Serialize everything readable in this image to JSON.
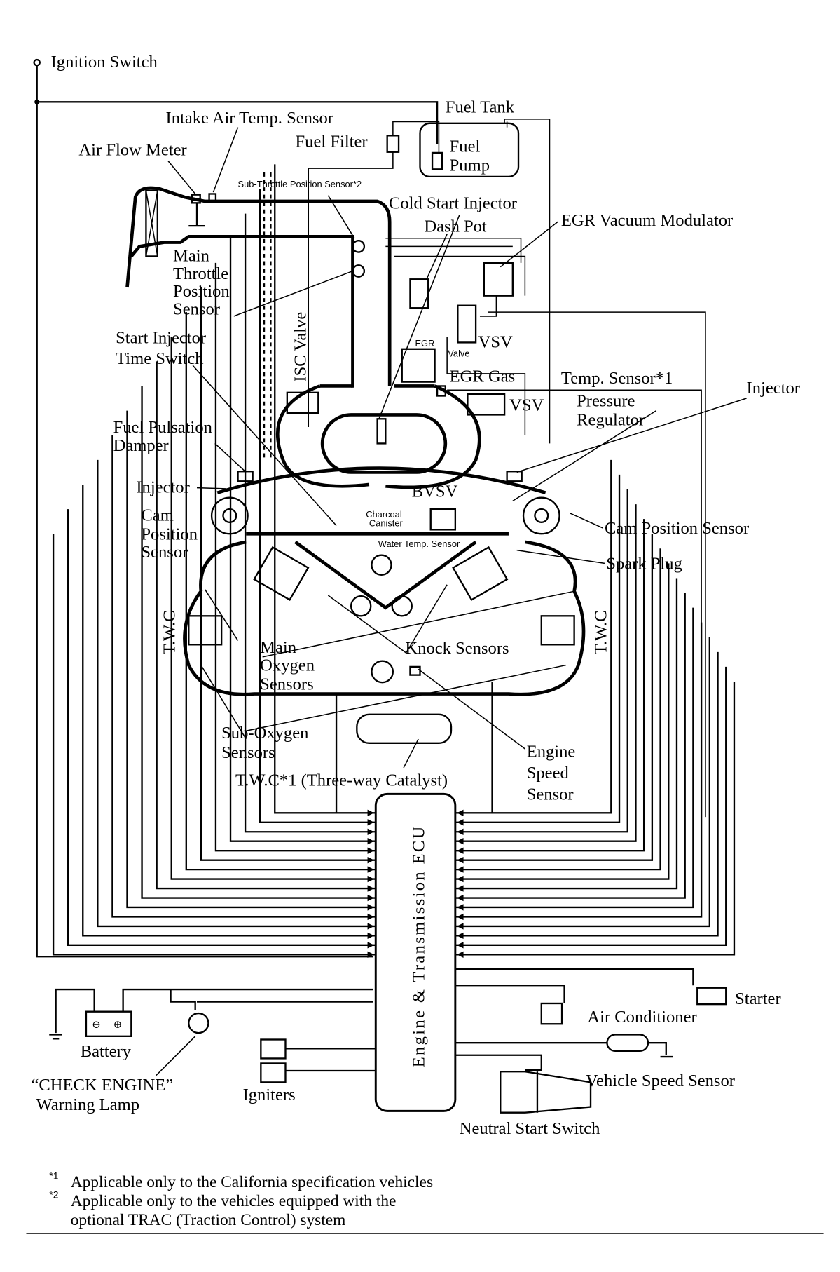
{
  "labels": {
    "ignition_switch": "Ignition Switch",
    "fuel_tank": "Fuel Tank",
    "intake_air_temp_sensor": "Intake Air Temp. Sensor",
    "fuel_filter": "Fuel Filter",
    "fuel_pump_1": "Fuel",
    "fuel_pump_2": "Pump",
    "air_flow_meter": "Air Flow Meter",
    "sub_throttle_position_sensor": "Sub-Throttle Position Sensor*2",
    "cold_start_injector": "Cold Start Injector",
    "dash_pot": "Dash Pot",
    "egr_vacuum_modulator": "EGR Vacuum Modulator",
    "main_throttle_1": "Main",
    "main_throttle_2": "Throttle",
    "main_throttle_3": "Position",
    "main_throttle_4": "Sensor",
    "isc_valve": "ISC Valve",
    "start_injector_1": "Start Injector",
    "start_injector_2": "Time Switch",
    "vsv_upper": "VSV",
    "egr_valve_1": "EGR",
    "egr_valve_2": "Valve",
    "egr_gas": "EGR Gas",
    "temp_sensor": "Temp. Sensor*1",
    "injector_right": "Injector",
    "vsv_lower": "VSV",
    "pressure_regulator_1": "Pressure",
    "pressure_regulator_2": "Regulator",
    "fuel_pulsation_1": "Fuel Pulsation",
    "fuel_pulsation_2": "Damper",
    "injector_left": "Injector",
    "bvsv": "BVSV",
    "cam_left_1": "Cam",
    "cam_left_2": "Position",
    "cam_left_3": "Sensor",
    "charcoal_1": "Charcoal",
    "charcoal_2": "Canister",
    "cam_position_sensor_right": "Cam Position Sensor",
    "water_temp_sensor": "Water Temp. Sensor",
    "spark_plug": "Spark Plug",
    "twc_left": "T.W.C",
    "twc_right": "T.W.C",
    "main_oxygen_1": "Main",
    "main_oxygen_2": "Oxygen",
    "main_oxygen_3": "Sensors",
    "knock_sensors": "Knock Sensors",
    "sub_oxygen_1": "Sub-Oxygen",
    "sub_oxygen_2": "Sensors",
    "engine_speed_1": "Engine",
    "engine_speed_2": "Speed",
    "engine_speed_3": "Sensor",
    "twc_catalyst": "T.W.C*1 (Three-way Catalyst)",
    "ecu": "Engine & Transmission ECU",
    "starter": "Starter",
    "air_conditioner": "Air Conditioner",
    "battery": "Battery",
    "check_engine_1": "“CHECK ENGINE”",
    "check_engine_2": "Warning Lamp",
    "igniters": "Igniters",
    "vehicle_speed_sensor": "Vehicle Speed Sensor",
    "neutral_start_switch": "Neutral Start Switch"
  },
  "footnotes": [
    {
      "mark": "*1",
      "text": "Applicable only to the California specification vehicles"
    },
    {
      "mark": "*2",
      "text": "Applicable only to the vehicles equipped with the"
    },
    {
      "mark": "",
      "text": "optional TRAC (Traction Control) system"
    }
  ]
}
